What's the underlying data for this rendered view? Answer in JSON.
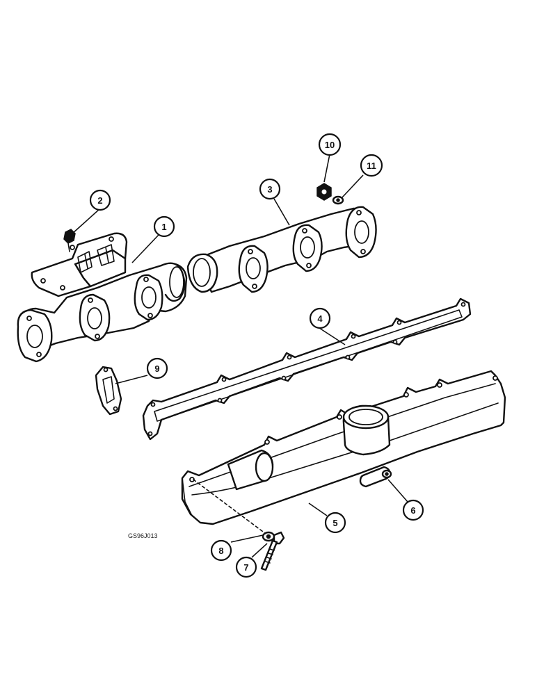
{
  "callouts": [
    {
      "id": "1",
      "label": "1"
    },
    {
      "id": "2",
      "label": "2"
    },
    {
      "id": "3",
      "label": "3"
    },
    {
      "id": "4",
      "label": "4"
    },
    {
      "id": "5",
      "label": "5"
    },
    {
      "id": "6",
      "label": "6"
    },
    {
      "id": "7",
      "label": "7"
    },
    {
      "id": "8",
      "label": "8"
    },
    {
      "id": "9",
      "label": "9"
    },
    {
      "id": "10",
      "label": "10"
    },
    {
      "id": "11",
      "label": "11"
    }
  ],
  "drawing_code": "GS96J013",
  "colors": {
    "line": "#111111",
    "background": "#ffffff"
  }
}
